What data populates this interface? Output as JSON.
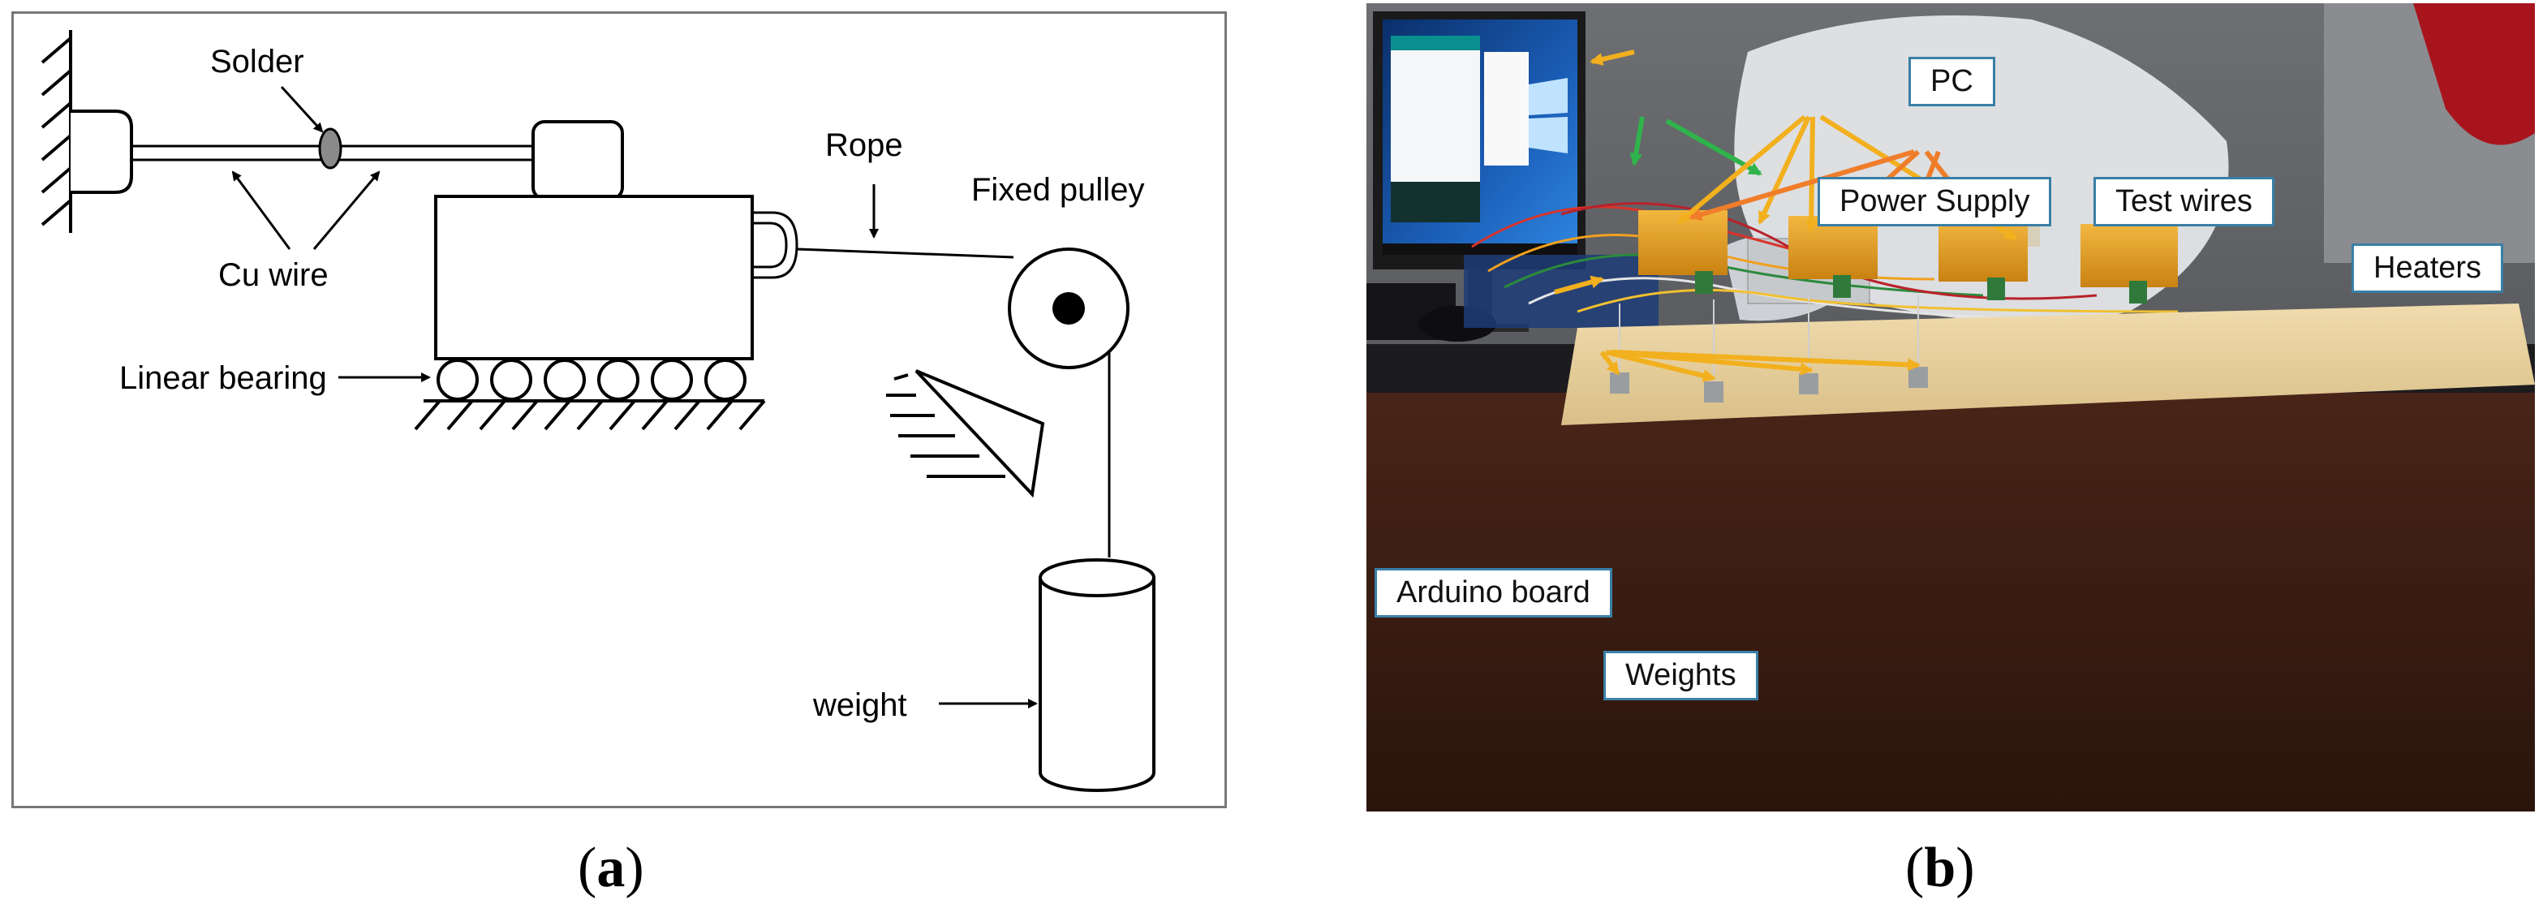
{
  "panel_a": {
    "labels": {
      "solder": "Solder",
      "cu_wire": "Cu wire",
      "rope": "Rope",
      "fixed_pulley": "Fixed pulley",
      "linear_bearing": "Linear bearing",
      "weight": "weight"
    },
    "caption": {
      "open": "(",
      "letter": "a",
      "close": ")"
    }
  },
  "panel_b": {
    "callouts": {
      "pc": "PC",
      "power_supply": "Power Supply",
      "test_wires": "Test wires",
      "heaters": "Heaters",
      "arduino_board": "Arduino board",
      "weights": "Weights"
    },
    "arrow_colors": {
      "yellow": "#f2b01e",
      "green": "#2fb34a",
      "orange": "#f07d2a"
    },
    "caption": {
      "open": "(",
      "letter": "b",
      "close": ")"
    }
  }
}
